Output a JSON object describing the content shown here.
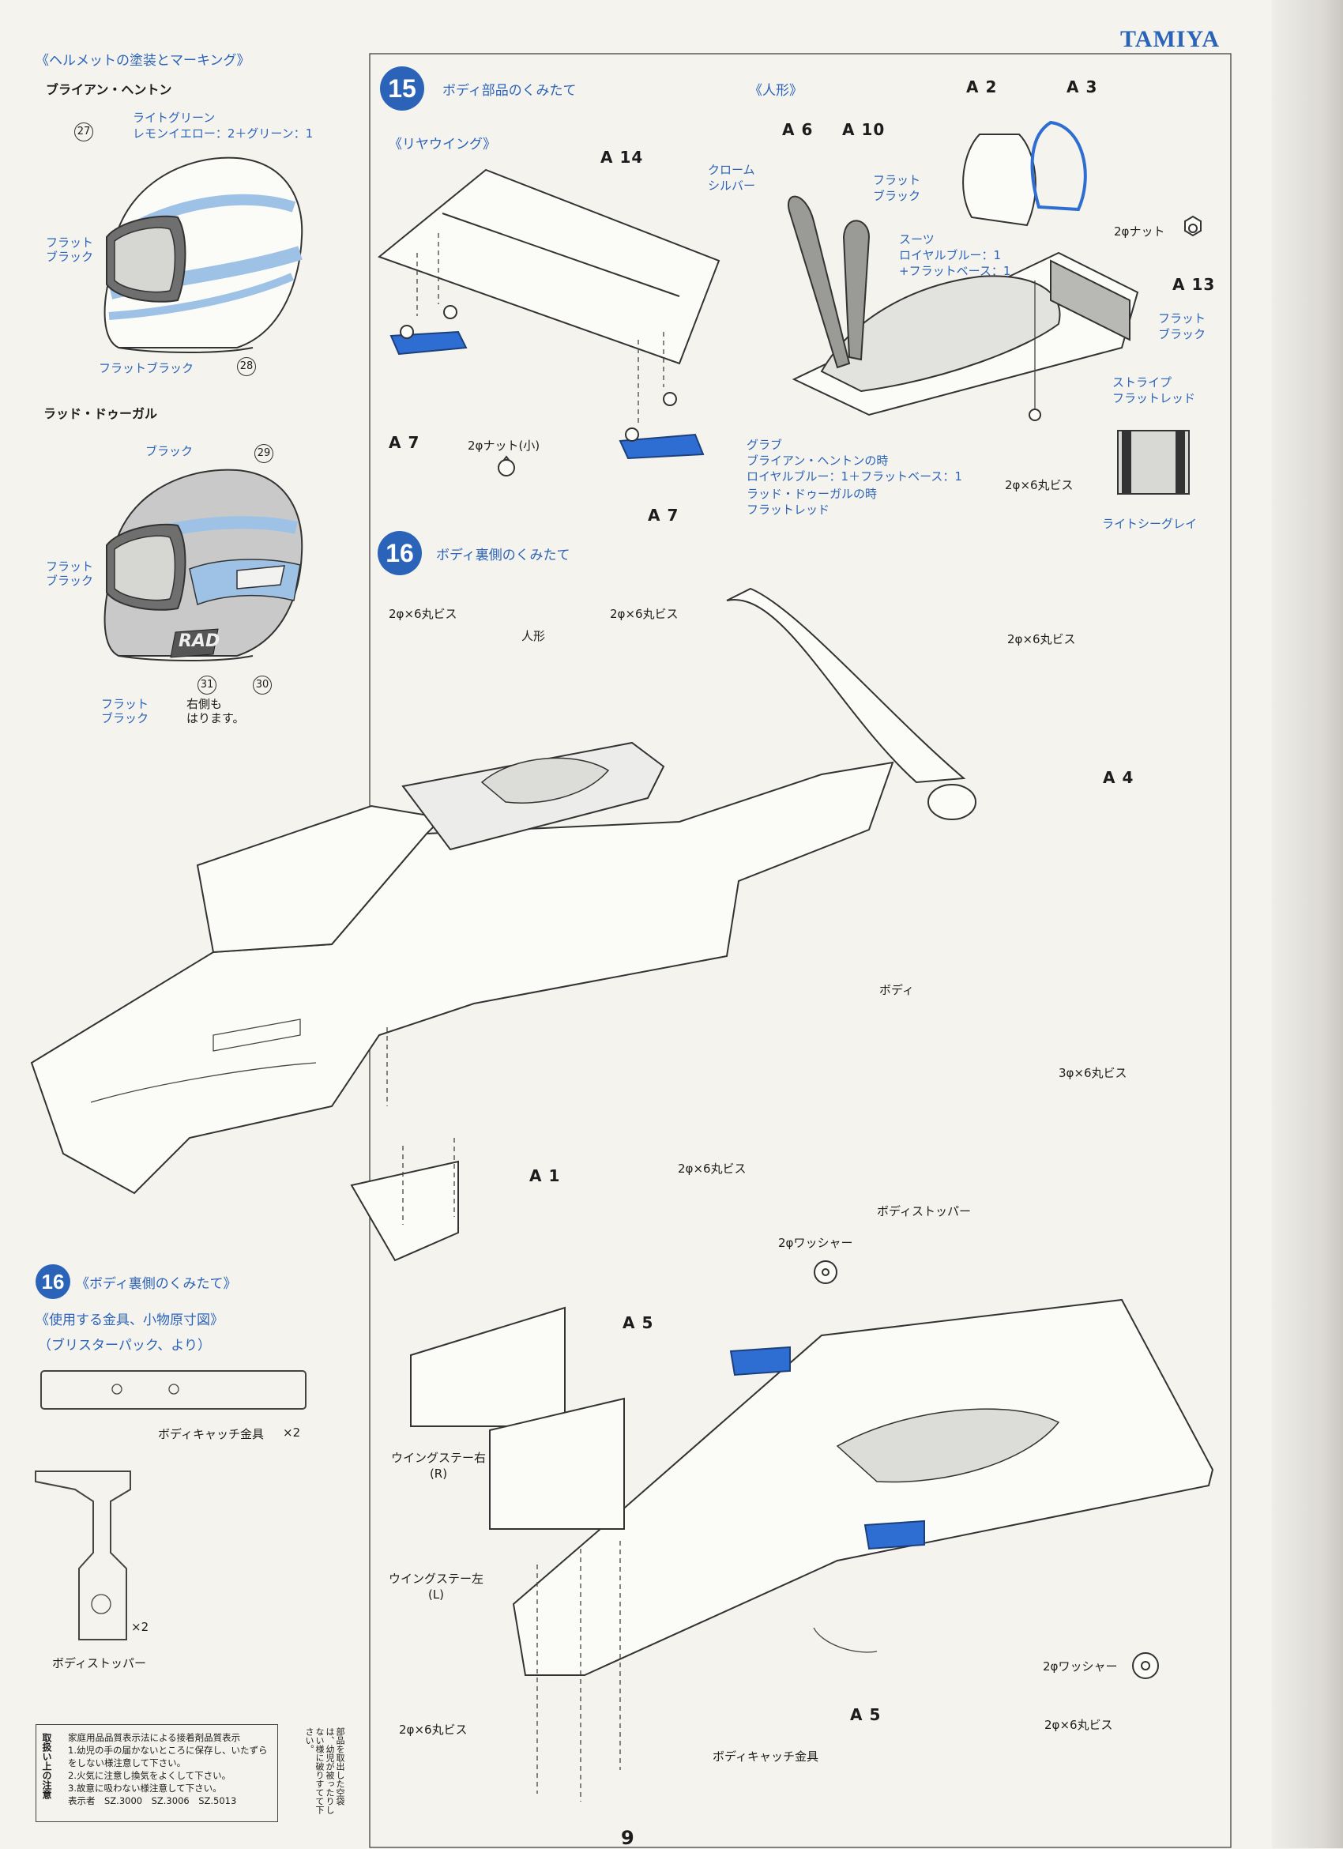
{
  "brand": "TAMIYA",
  "page_number": "9",
  "colors": {
    "accent_blue": "#2b63b8",
    "helmet_blue": "#9ec1e6",
    "helmet_gray": "#c9c9c9"
  },
  "helmet_section": {
    "title": "《ヘルメットの塗装とマーキング》",
    "driver1": {
      "name": "ブライアン・ヘントン",
      "label_top": "ライトグリーン",
      "label_top2": "レモンイエロー：2＋グリーン：1",
      "label_left": "フラット\nブラック",
      "label_bottom": "フラットブラック",
      "num_a": "27",
      "num_b": "28"
    },
    "driver2": {
      "name": "ラッド・ドゥーガル",
      "label_top": "ブラック",
      "label_left": "フラット\nブラック",
      "label_bottom": "フラット\nブラック",
      "note": "右側も\nはります。",
      "logo_text": "RAD",
      "num_a": "29",
      "num_b": "30",
      "num_c": "31"
    }
  },
  "step15": {
    "number": "15",
    "title": "ボディ部品のくみたて",
    "rear_wing": {
      "subtitle": "《リヤウイング》",
      "part_a14": "A 14",
      "part_a7_left": "A 7",
      "part_a7_right": "A 7",
      "nut_label": "2φナット(小)"
    },
    "figure": {
      "subtitle": "《人形》",
      "part_a6": "A 6",
      "part_a10": "A 10",
      "part_a2": "A 2",
      "part_a3": "A 3",
      "part_a13": "A 13",
      "chrome_silver": "クローム\nシルバー",
      "flat_black_visor": "フラット\nブラック",
      "suit": "スーツ",
      "suit_color": "ロイヤルブルー：1",
      "suit_color2": "+フラットベース：1",
      "nut": "2φナット",
      "seat_color": "フラット\nブラック",
      "stripe": "ストライプ",
      "stripe_color": "フラットレッド",
      "screw": "2φ×6丸ビス",
      "gray_label": "ライトシーグレイ",
      "glove": "グラブ",
      "glove_driver1": "ブライアン・ヘントンの時",
      "glove_color1": "ロイヤルブルー：1＋フラットベース：1",
      "glove_driver2": "ラッド・ドゥーガルの時",
      "glove_color2": "フラットレッド"
    }
  },
  "step16": {
    "number": "16",
    "title": "ボディ裏側のくみたて",
    "screw_left": "2φ×6丸ビス",
    "screw_mid": "2φ×6丸ビス",
    "screw_right": "2φ×6丸ビス",
    "figure_label": "人形",
    "part_a4": "A 4",
    "body_label": "ボディ",
    "part_a1": "A 1"
  },
  "step16b": {
    "screw_3x6": "3φ×6丸ビス",
    "screw_top": "2φ×6丸ビス",
    "washer_top": "2φワッシャー",
    "body_stopper": "ボディストッパー",
    "part_a5_top": "A 5",
    "wing_stay_r": "ウイングステー右\n(R)",
    "wing_stay_l": "ウイングステー左\n(L)",
    "part_a5_bottom": "A 5",
    "washer_bottom": "2φワッシャー",
    "screw_bottom_right": "2φ×6丸ビス",
    "screw_bottom_left": "2φ×6丸ビス",
    "catch_fitting": "ボディキャッチ金具"
  },
  "parts_inset": {
    "number": "16",
    "title": "《ボディ裏側のくみたて》",
    "subtitle1": "《使用する金具、小物原寸図》",
    "subtitle2": "（ブリスターパック、より）",
    "catch_label": "ボディキャッチ金具",
    "catch_qty": "×2",
    "stopper_label": "ボディストッパー",
    "stopper_qty": "×2"
  },
  "notice": {
    "side_title": "取扱い上の注意",
    "header": "家庭用品品質表示法による接着剤品質表示",
    "line1": "1.幼児の手の届かないところに保存し、いたずらをしない様注意して下さい。",
    "line2": "2.火気に注意し換気をよくして下さい。",
    "line3": "3.故意に吸わない様注意して下さい。",
    "maker": "表示者　SZ.3000　SZ.3006　SZ.5013",
    "side_note": "部品を取出した空袋は、幼児が被ったりしない様に破りすてて下さい。"
  }
}
